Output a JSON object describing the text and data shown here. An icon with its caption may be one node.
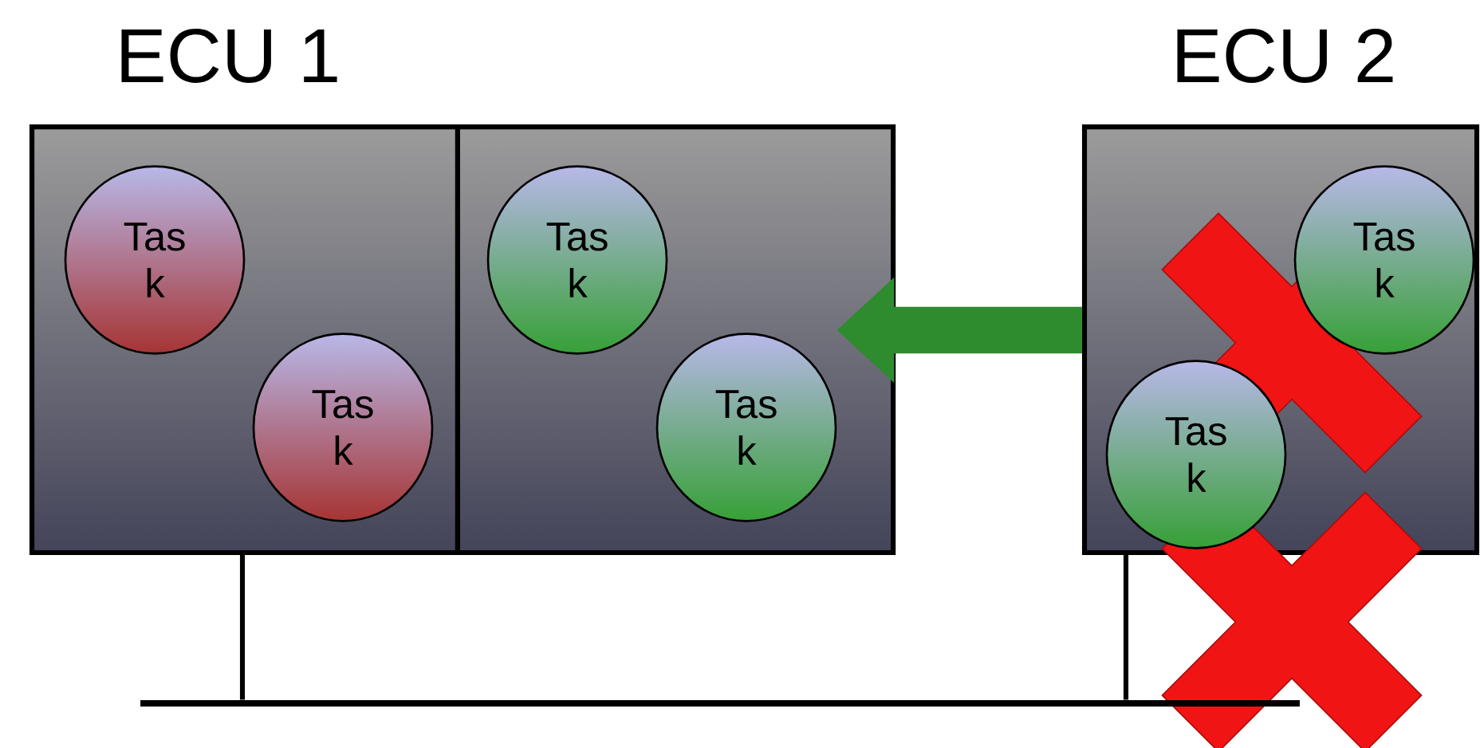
{
  "diagram": {
    "nodes": [
      {
        "text": [
          "ECU 1"
        ]
      },
      {
        "text": [],
        "shape": "box",
        "in": 0
      },
      {
        "text": [],
        "shape": "box",
        "in": 0
      },
      {
        "text": [
          "ECU 2"
        ]
      },
      {
        "text": [
          "Tas k"
        ],
        "in": 1
      },
      {
        "text": [
          "Tas k"
        ],
        "in": 1
      },
      {
        "text": [
          "Tas k"
        ],
        "in": 2
      },
      {
        "text": [
          "Tas k"
        ],
        "in": 2
      },
      {
        "text": [
          "Tas k"
        ],
        "in": 3
      },
      {
        "text": [
          "Tas k"
        ],
        "in": 3
      },
      {
        "text": [],
        "shape": "bar"
      },
      {
        "text": [],
        "shape": "cross",
        "in": 3
      },
      {
        "text": [],
        "shape": "cross"
      }
    ],
    "edges": [
      {
        "from": 3,
        "to": 7,
        "arrow": "to",
        "style": "thick",
        "color": "#2e8b2e"
      },
      {
        "from": 0,
        "to": 10,
        "arrow": "none"
      },
      {
        "from": 3,
        "to": 10,
        "arrow": "none"
      }
    ]
  }
}
